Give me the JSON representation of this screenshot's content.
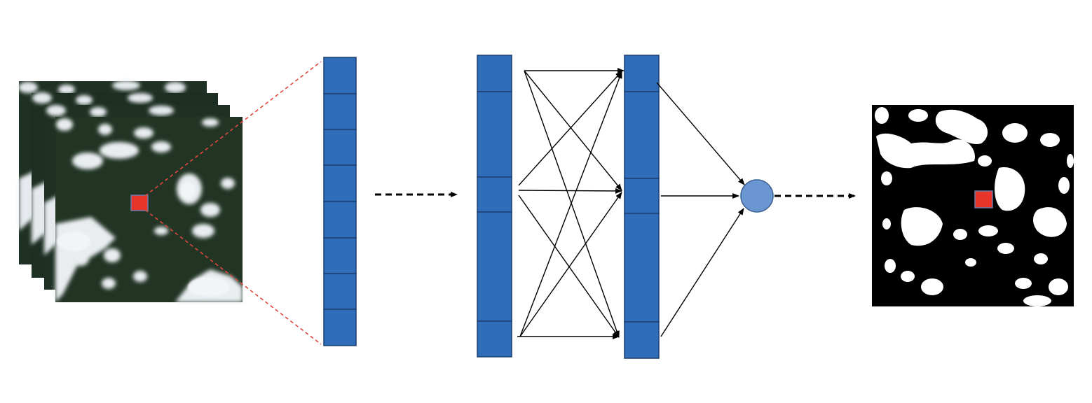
{
  "figure": {
    "input_images": {
      "stack_count": 4,
      "pixel_marker_color": "#e8372a"
    },
    "pixel_spectrum_vector": {
      "cells": 8,
      "color": "#2f6dba"
    },
    "hidden_layer_1": {
      "cells": 5,
      "color": "#2f6dba"
    },
    "hidden_layer_2": {
      "cells": 5,
      "color": "#2f6dba"
    },
    "output_node": {
      "color": "#6a97d1"
    },
    "cloud_mask": {
      "colors": [
        "#000000",
        "#ffffff"
      ],
      "pixel_marker_color": "#e8372a"
    },
    "colors": {
      "cell_fill": "#2f6dba",
      "cell_border": "#1b3f6e",
      "zoom_lines": "#e0473b",
      "arrows": "#000000",
      "clouds": "#e9edf0",
      "forest": "#1e3023"
    }
  }
}
